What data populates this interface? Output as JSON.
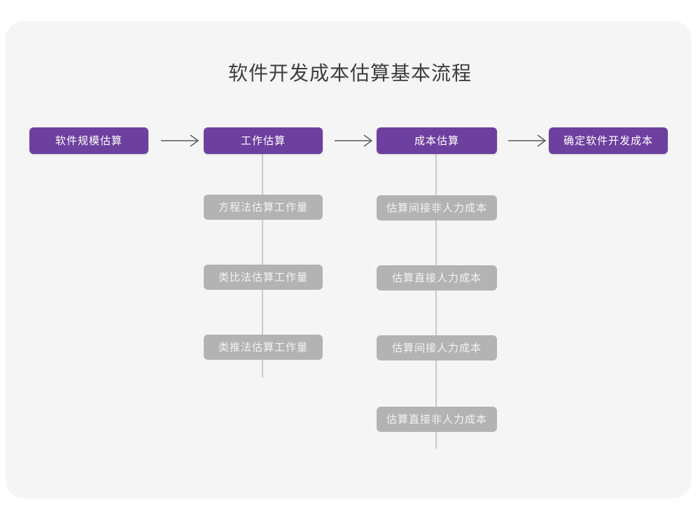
{
  "card": {
    "background_color": "#f5f5f6"
  },
  "title": "软件开发成本估算基本流程",
  "colors": {
    "primary": "#6d3f9e",
    "secondary": "#b3b3b3",
    "connector": "#cacaca",
    "title_text": "#3d3d3d",
    "canvas": "#ffffff"
  },
  "chart_data": {
    "type": "diagram",
    "title": "软件开发成本估算基本流程",
    "orientation": "left-to-right main flow with vertical sub-steps",
    "main_flow": [
      {
        "id": "step-1",
        "label": "软件规模估算",
        "sub_steps": []
      },
      {
        "id": "step-2",
        "label": "工作估算",
        "sub_steps": [
          "方程法估算工作量",
          "类比法估算工作量",
          "类推法估算工作量"
        ]
      },
      {
        "id": "step-3",
        "label": "成本估算",
        "sub_steps": [
          "估算间接非人力成本",
          "估算直接人力成本",
          "估算间接人力成本",
          "估算直接非人力成本"
        ]
      },
      {
        "id": "step-4",
        "label": "确定软件开发成本",
        "sub_steps": []
      }
    ],
    "arrows": [
      {
        "from": "软件规模估算",
        "to": "工作估算",
        "glyph": "→"
      },
      {
        "from": "工作估算",
        "to": "成本估算",
        "glyph": "→"
      },
      {
        "from": "成本估算",
        "to": "确定软件开发成本",
        "glyph": "→"
      }
    ]
  },
  "nodes": {
    "step1": "软件规模估算",
    "step2": "工作估算",
    "step3": "成本估算",
    "step4": "确定软件开发成本",
    "col2": {
      "a": "方程法估算工作量",
      "b": "类比法估算工作量",
      "c": "类推法估算工作量"
    },
    "col3": {
      "a": "估算间接非人力成本",
      "b": "估算直接人力成本",
      "c": "估算间接人力成本",
      "d": "估算直接非人力成本"
    }
  }
}
